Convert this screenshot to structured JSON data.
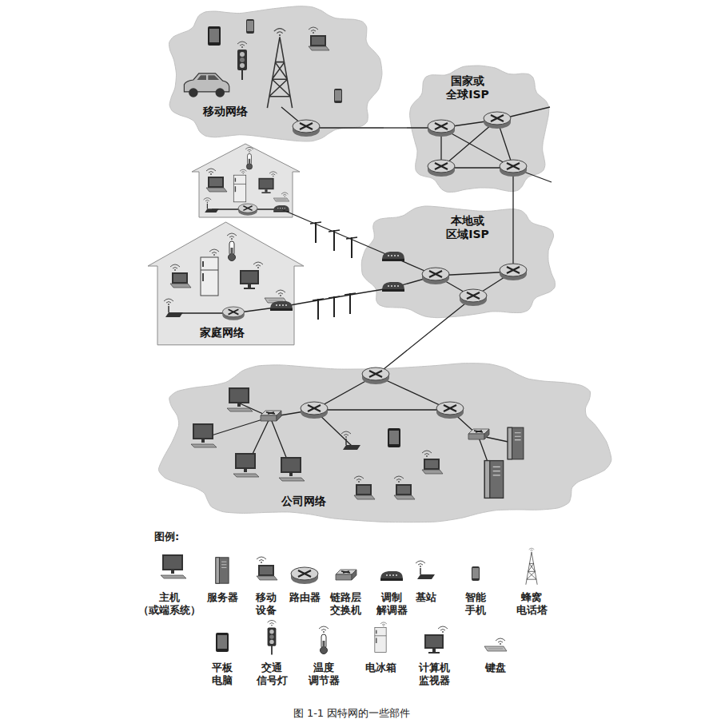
{
  "diagram": {
    "caption": "图 1-1 因特网的一些部件",
    "nodes": [
      {
        "text": [
          "移动网络"
        ]
      },
      {
        "text": [
          "国家或 全球ISP"
        ]
      },
      {
        "text": [
          "本地或 区域ISP"
        ]
      },
      {
        "text": [
          "家庭网络"
        ]
      },
      {
        "text": [
          "公司网络"
        ]
      }
    ],
    "edges": [
      {
        "from": 0,
        "to": 1,
        "arrow": "none"
      },
      {
        "from": 1,
        "to": 2,
        "arrow": "none"
      },
      {
        "from": 2,
        "to": 3,
        "arrow": "none"
      },
      {
        "from": 2,
        "to": 4,
        "arrow": "none"
      }
    ],
    "labels": [
      "图例:"
    ],
    "legend": [
      {
        "text": "主机 （或端系统）"
      },
      {
        "text": "服务器"
      },
      {
        "text": "移动 设备"
      },
      {
        "text": "路由器"
      },
      {
        "text": "链路层 交换机"
      },
      {
        "text": "调制 解调器"
      },
      {
        "text": "基站"
      },
      {
        "text": "智能 手机"
      },
      {
        "text": "蜂窝 电话塔"
      },
      {
        "text": "平板 电脑"
      },
      {
        "text": "交通 信号灯"
      },
      {
        "text": "温度 调节器"
      },
      {
        "text": "电冰箱"
      },
      {
        "text": "计算机 监视器"
      },
      {
        "text": "键盘"
      }
    ]
  }
}
